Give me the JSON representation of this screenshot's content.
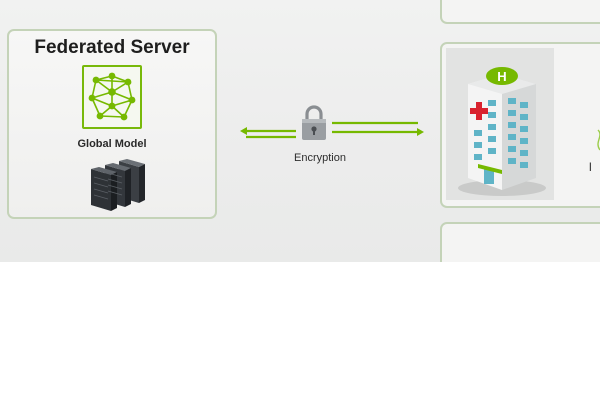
{
  "diagram": {
    "server_panel": {
      "title": "Federated Server",
      "model_label": "Global Model",
      "model_icon": "neural-network-icon",
      "servers_icon": "server-rack-icon"
    },
    "link": {
      "label": "Encryption",
      "lock_icon": "padlock-icon",
      "direction": "bidirectional"
    },
    "hospital_panel": {
      "icon": "hospital-building-icon",
      "fragment_label": "l"
    },
    "colors": {
      "accent": "#76b900",
      "panel_border": "#c4d3b8",
      "background": "#ececec",
      "hospital_cross": "#d9232f"
    }
  }
}
